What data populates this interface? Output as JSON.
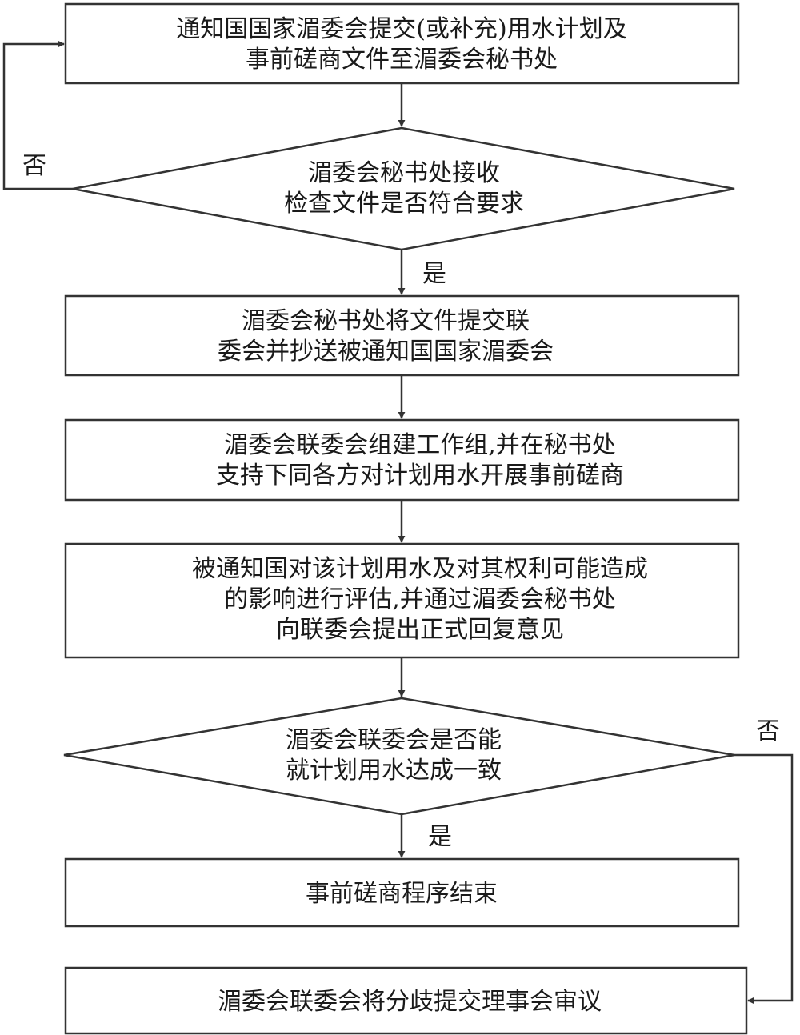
{
  "nodes": {
    "step1": [
      "通知国国家湄委会提交(或补充)用水计划及",
      "事前磋商文件至湄委会秘书处"
    ],
    "decision1": [
      "湄委会秘书处接收",
      "检查文件是否符合要求"
    ],
    "step2": [
      "湄委会秘书处将文件提交联",
      "委会并抄送被通知国国家湄委会"
    ],
    "step3": [
      "湄委会联委会组建工作组,并在秘书处",
      "支持下同各方对计划用水开展事前磋商"
    ],
    "step4": [
      "被通知国对该计划用水及对其权利可能造成",
      "的影响进行评估,并通过湄委会秘书处",
      "向联委会提出正式回复意见"
    ],
    "decision2": [
      "湄委会联委会是否能",
      "就计划用水达成一致"
    ],
    "end_yes": [
      "事前磋商程序结束"
    ],
    "end_no": [
      "湄委会联委会将分歧提交理事会审议"
    ]
  },
  "edges": {
    "d1_no": "否",
    "d1_yes": "是",
    "d2_no": "否",
    "d2_yes": "是"
  }
}
